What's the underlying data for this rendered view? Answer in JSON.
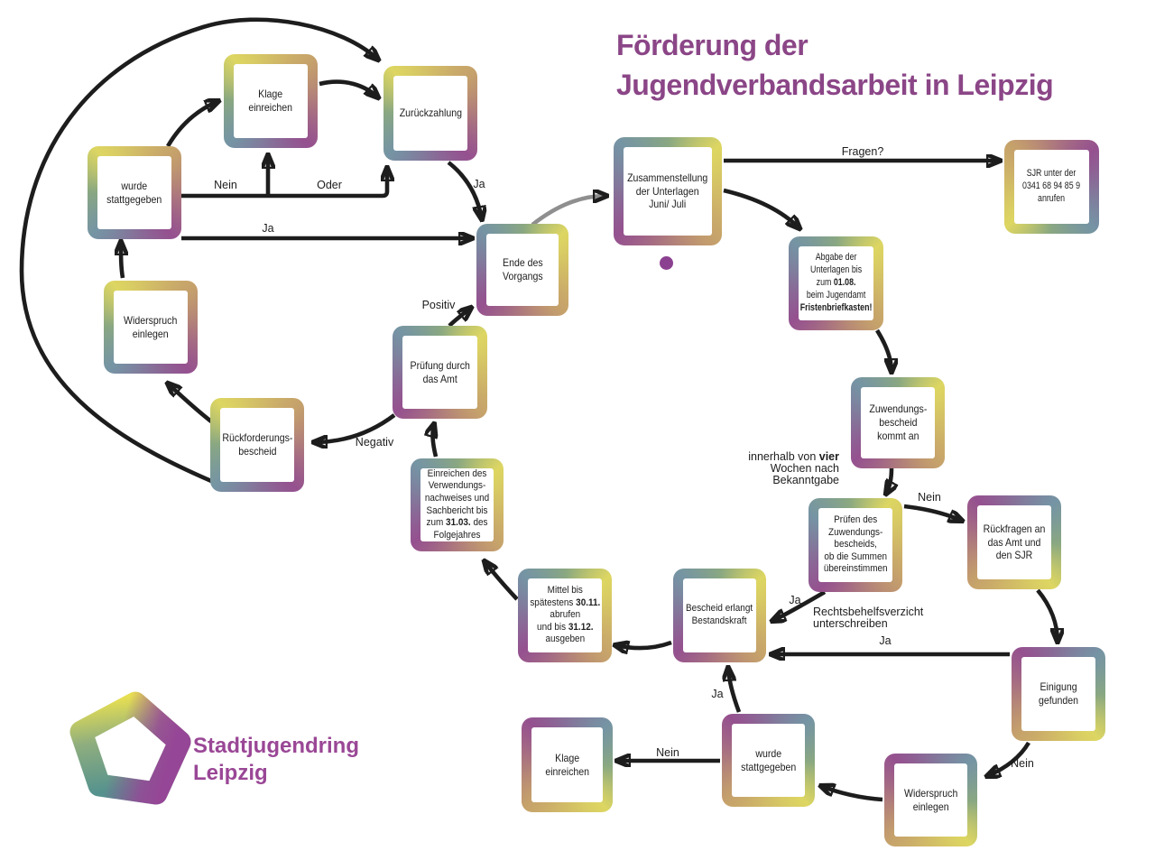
{
  "title": {
    "lines": [
      "Förderung der",
      "Jugendverbandsarbeit in Leipzig"
    ]
  },
  "logo": {
    "name_lines": [
      "Stadtjugendring",
      "Leipzig"
    ]
  },
  "colors": {
    "ink": "#1d1d1d",
    "arrow_gray": "#8f8f8f",
    "brand": "#8b4687",
    "logo_text": "#9a4796",
    "dot": "#8b4190",
    "yellow": "#ddd662",
    "green": "#8aa881",
    "tan": "#c6a26b",
    "purple": "#95518f",
    "teal": "#7594a4"
  },
  "nodes": [
    {
      "id": "klage-einreichen-top",
      "label_lines": [
        "Klage",
        "einreichen"
      ]
    },
    {
      "id": "zurueckzahlung",
      "label_lines": [
        "Zurückzahlung"
      ]
    },
    {
      "id": "wurde-stattgegeben-top",
      "label_lines": [
        "wurde",
        "stattgegeben"
      ]
    },
    {
      "id": "widerspruch-einlegen-left",
      "label_lines": [
        "Widerspruch",
        "einlegen"
      ]
    },
    {
      "id": "rueckforderungsbescheid",
      "label_lines": [
        "Rückforderungs-",
        "bescheid"
      ]
    },
    {
      "id": "pruefung-durch-das-amt",
      "label_lines": [
        "Prüfung durch",
        "das Amt"
      ]
    },
    {
      "id": "ende-des-vorgangs",
      "label_lines": [
        "Ende des",
        "Vorgangs"
      ]
    },
    {
      "id": "zusammenstellung-unterlagen",
      "label_lines": [
        "Zusammenstellung",
        "der Unterlagen",
        "Juni/ Juli"
      ]
    },
    {
      "id": "sjr-anrufen",
      "label_lines": [
        "SJR unter der",
        "0341 68 94 85 9",
        "anrufen"
      ]
    },
    {
      "id": "abgabe-unterlagen",
      "label_lines": [
        "Abgabe der",
        "Unterlagen bis",
        "zum **01.08.**",
        "beim Jugendamt",
        "**Fristenbriefkasten!**"
      ]
    },
    {
      "id": "zuwendungsbescheid-kommt-an",
      "label_lines": [
        "Zuwendungs-",
        "bescheid",
        "kommt an"
      ]
    },
    {
      "id": "pruefen-zuwendungsbescheid",
      "label_lines": [
        "Prüfen des",
        "Zuwendungs-",
        "bescheids,",
        "ob die Summen",
        "übereinstimmen"
      ]
    },
    {
      "id": "rueckfragen-amt-sjr",
      "label_lines": [
        "Rückfragen an",
        "das Amt und",
        "den SJR"
      ]
    },
    {
      "id": "einreichen-verwendungsnachweis",
      "label_lines": [
        "Einreichen des",
        "Verwendungs-",
        "nachweises und",
        "Sachbericht bis",
        "zum **31.03.** des",
        "Folgejahres"
      ]
    },
    {
      "id": "mittel-abrufen",
      "label_lines": [
        "Mittel bis",
        "spätestens **30.11.**",
        "abrufen",
        "und bis **31.12.**",
        "ausgeben"
      ]
    },
    {
      "id": "bescheid-bestandskraft",
      "label_lines": [
        "Bescheid erlangt",
        "Bestandskraft"
      ]
    },
    {
      "id": "einigung-gefunden",
      "label_lines": [
        "Einigung",
        "gefunden"
      ]
    },
    {
      "id": "widerspruch-einlegen-bottom",
      "label_lines": [
        "Widerspruch",
        "einlegen"
      ]
    },
    {
      "id": "wurde-stattgegeben-bottom",
      "label_lines": [
        "wurde",
        "stattgegeben"
      ]
    },
    {
      "id": "klage-einreichen-bottom",
      "label_lines": [
        "Klage",
        "einreichen"
      ]
    }
  ],
  "edge_labels": {
    "fragen": "Fragen?",
    "nein_top": "Nein",
    "oder": "Oder",
    "ja_zurueckzahlung": "Ja",
    "ja_lang": "Ja",
    "positiv": "Positiv",
    "negativ": "Negativ",
    "nein_pruefen": "Nein",
    "ja_rechtsbehelf": "Ja",
    "ja_einigung": "Ja",
    "ja_wurde_bottom": "Ja",
    "nein_klage_bottom": "Nein",
    "nein_einigung": "Nein",
    "innerhalb_lines": [
      "innerhalb von **vier**",
      "Wochen nach",
      "Bekanntgabe"
    ],
    "rechtsbehelf_lines": [
      "Rechtsbehelfsverzicht",
      "unterschreiben"
    ]
  }
}
